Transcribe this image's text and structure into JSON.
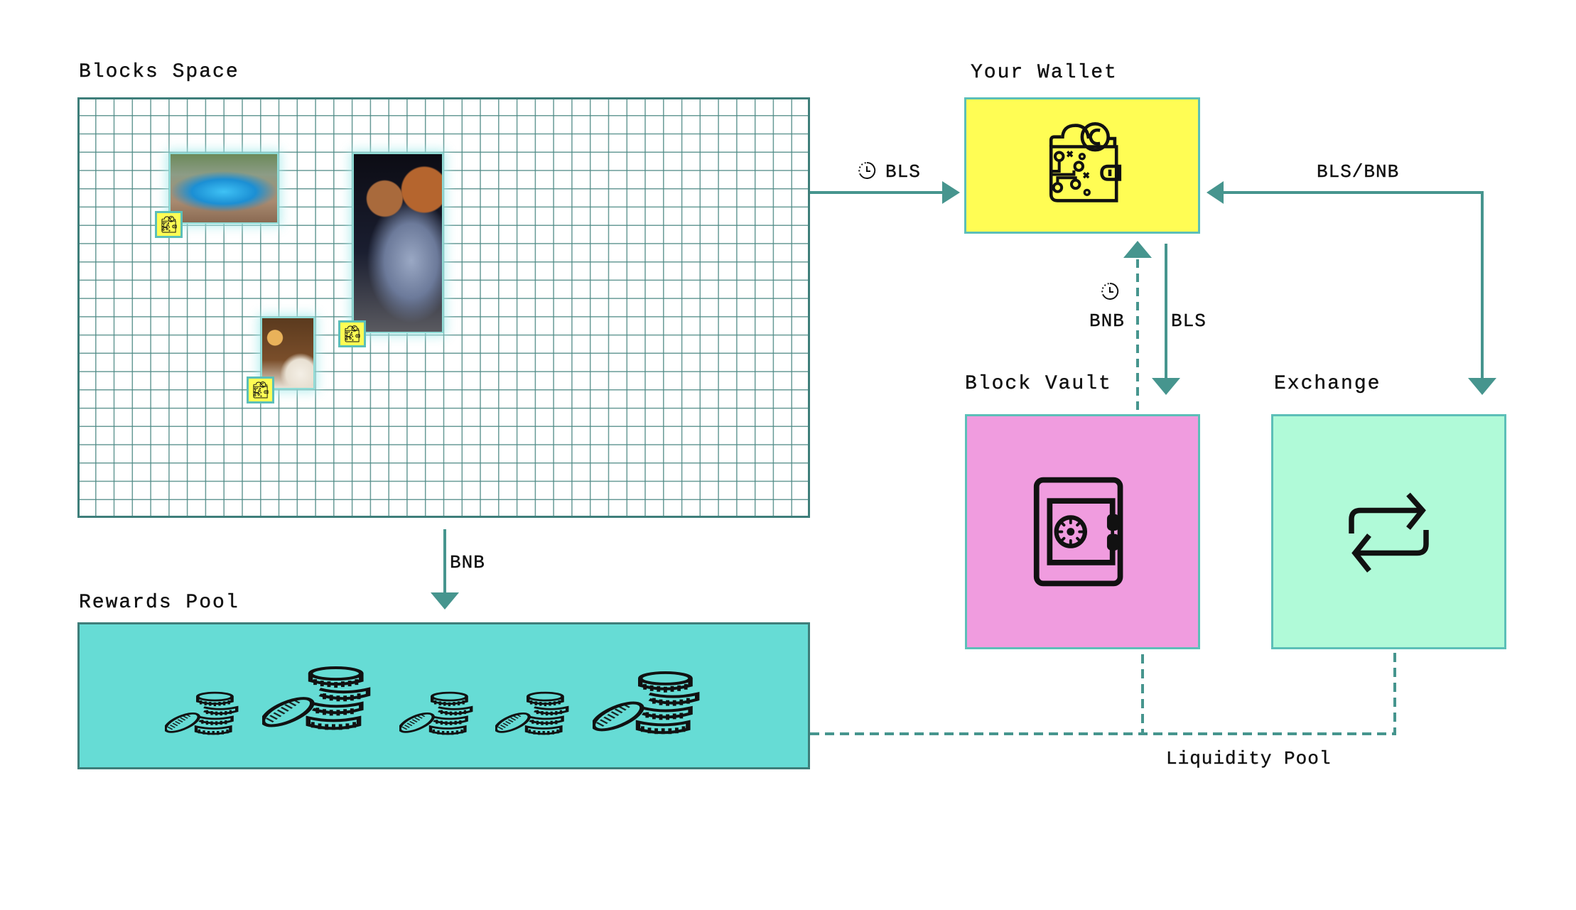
{
  "colors": {
    "arrow": "#46958e",
    "grid_line": "#4e8a86",
    "grid_border": "#3e7e7a",
    "wallet_fill": "#fffd54",
    "vault_fill": "#f09cdf",
    "exchange_fill": "#b0fad8",
    "rewards_fill": "#66dcd5",
    "box_border": "#5cbfb8"
  },
  "blocks_space": {
    "title": "Blocks Space",
    "grid": {
      "columns": 40,
      "rows": 23
    },
    "blocks": [
      {
        "name": "sports-car-image",
        "badge_icon": "wallet-icon"
      },
      {
        "name": "astronaut-chimps-image",
        "badge_icon": "wallet-icon"
      },
      {
        "name": "doge-meme-image",
        "badge_icon": "wallet-icon"
      }
    ]
  },
  "wallet": {
    "title": "Your Wallet",
    "icon": "crypto-wallet-icon"
  },
  "vault": {
    "title": "Block Vault",
    "icon": "safe-icon"
  },
  "exchange": {
    "title": "Exchange",
    "icon": "swap-arrows-icon"
  },
  "rewards_pool": {
    "title": "Rewards Pool",
    "icon": "coin-stacks-icon",
    "coin_stacks": 5
  },
  "liquidity_pool": {
    "label": "Liquidity Pool"
  },
  "flows": {
    "blocks_to_wallet": {
      "label": "BLS",
      "icon": "clock-icon"
    },
    "exchange_to_wallet": {
      "label": "BLS/BNB"
    },
    "vault_to_wallet": {
      "label": "BNB",
      "icon": "clock-icon"
    },
    "wallet_to_vault": {
      "label": "BLS"
    },
    "blocks_to_rewards": {
      "label": "BNB"
    }
  }
}
